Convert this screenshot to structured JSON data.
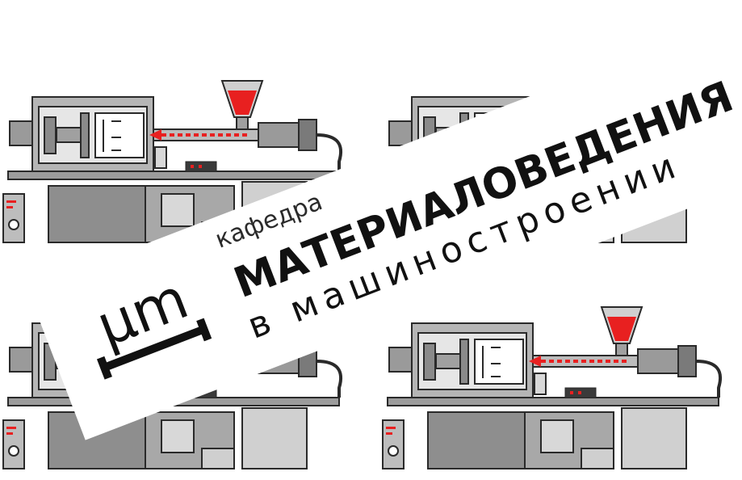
{
  "logo": {
    "unit_text": "μm"
  },
  "title": {
    "kafedra": "кафедра",
    "main": "МАТЕРИАЛОВЕДЕНИЯ",
    "sub": "в машиностроении"
  },
  "illustration": {
    "machine_count": 4,
    "colors": {
      "frame": "#a8a8a8",
      "outline": "#2a2a2a",
      "material": "#e82020",
      "dark_panel": "#3a3a3a"
    }
  }
}
